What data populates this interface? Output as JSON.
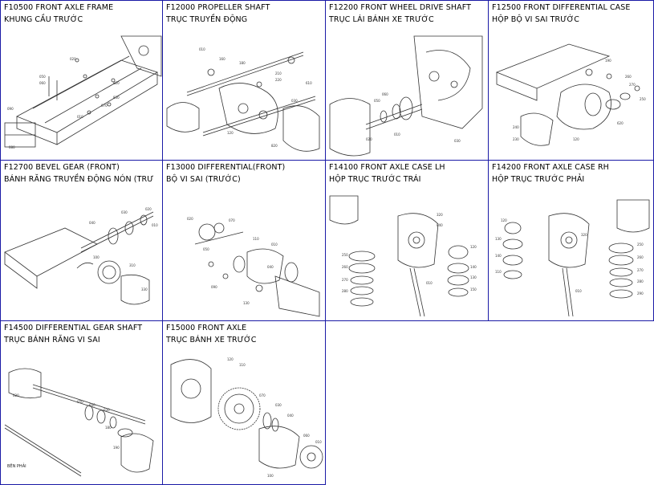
{
  "catalog": {
    "cells": [
      {
        "code": "F10500",
        "title_en": "F10500 FRONT AXLE FRAME",
        "title_vi": "KHUNG CẦU TRƯỚC",
        "icon": "front-axle-frame-diagram"
      },
      {
        "code": "F12000",
        "title_en": "F12000 PROPELLER SHAFT",
        "title_vi": "TRỤC TRUYỀN ĐỘNG",
        "icon": "propeller-shaft-diagram"
      },
      {
        "code": "F12200",
        "title_en": "F12200 FRONT WHEEL DRIVE SHAFT",
        "title_vi": "TRỤC LÁI BÁNH XE TRƯỚC",
        "icon": "front-wheel-drive-shaft-diagram"
      },
      {
        "code": "F12500",
        "title_en": "F12500 FRONT DIFFERENTIAL CASE",
        "title_vi": "HỘP BỘ VI SAI TRƯỚC",
        "icon": "front-differential-case-diagram"
      },
      {
        "code": "F12700",
        "title_en": "F12700 BEVEL GEAR (FRONT)",
        "title_vi": "BÁNH RĂNG TRUYỀN ĐỘNG NÓN (TRƯ",
        "icon": "bevel-gear-diagram"
      },
      {
        "code": "F13000",
        "title_en": "F13000 DIFFERENTIAL(FRONT)",
        "title_vi": "BỘ VI SAI (TRƯỚC)",
        "icon": "differential-diagram"
      },
      {
        "code": "F14100",
        "title_en": "F14100 FRONT AXLE CASE LH",
        "title_vi": "HỘP TRỤC TRƯỚC TRÁI",
        "icon": "front-axle-case-lh-diagram"
      },
      {
        "code": "F14200",
        "title_en": "F14200 FRONT AXLE CASE RH",
        "title_vi": "HỘP TRỤC TRƯỚC PHẢI",
        "icon": "front-axle-case-rh-diagram"
      },
      {
        "code": "F14500",
        "title_en": "F14500 DIFFERENTIAL GEAR SHAFT",
        "title_vi": "TRỤC BÁNH RĂNG VI SAI",
        "icon": "differential-gear-shaft-diagram"
      },
      {
        "code": "F15000",
        "title_en": "F15000 FRONT AXLE",
        "title_vi": "TRỤC BÁNH XE TRƯỚC",
        "icon": "front-axle-diagram"
      }
    ],
    "side_note": "BÊN PHẢI",
    "colors": {
      "border": "#1a1aa6",
      "line": "#333333",
      "text": "#000000"
    }
  }
}
